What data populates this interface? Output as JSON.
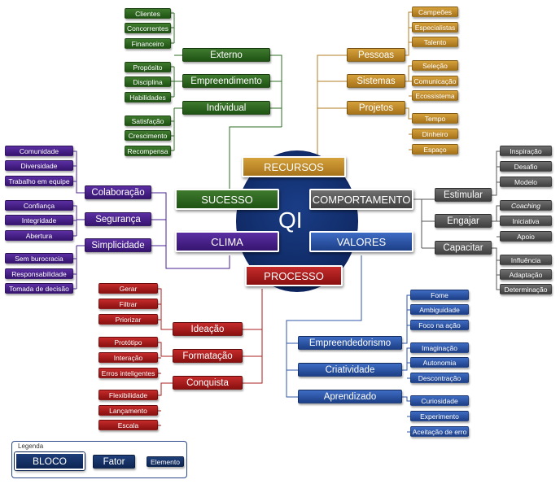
{
  "center": {
    "label": "QI"
  },
  "blocks": {
    "recursos": "RECURSOS",
    "sucesso": "SUCESSO",
    "comportamento": "COMPORTAMENTO",
    "clima": "CLIMA",
    "valores": "VALORES",
    "processo": "PROCESSO"
  },
  "sucesso": {
    "factors": [
      {
        "label": "Externo",
        "elements": [
          "Clientes",
          "Concorrentes",
          "Financeiro"
        ]
      },
      {
        "label": "Empreendimento",
        "elements": [
          "Propósito",
          "Disciplina",
          "Habilidades"
        ]
      },
      {
        "label": "Individual",
        "elements": [
          "Satisfação",
          "Crescimento",
          "Recompensa"
        ]
      }
    ]
  },
  "recursos": {
    "factors": [
      {
        "label": "Pessoas",
        "elements": [
          "Campeões",
          "Especialistas",
          "Talento"
        ]
      },
      {
        "label": "Sistemas",
        "elements": [
          "Seleção",
          "Comunicação",
          "Ecossistema"
        ]
      },
      {
        "label": "Projetos",
        "elements": [
          "Tempo",
          "Dinheiro",
          "Espaço"
        ]
      }
    ]
  },
  "clima": {
    "factors": [
      {
        "label": "Colaboração",
        "elements": [
          "Comunidade",
          "Diversidade",
          "Trabalho em equipe"
        ]
      },
      {
        "label": "Segurança",
        "elements": [
          "Confiança",
          "Integridade",
          "Abertura"
        ]
      },
      {
        "label": "Simplicidade",
        "elements": [
          "Sem burocracia",
          "Responsabilidade",
          "Tomada de decisão"
        ]
      }
    ]
  },
  "comportamento": {
    "factors": [
      {
        "label": "Estimular",
        "elements": [
          "Inspiração",
          "Desafio",
          "Modelo"
        ]
      },
      {
        "label": "Engajar",
        "elements": [
          "Coaching",
          "Iniciativa",
          "Apoio"
        ]
      },
      {
        "label": "Capacitar",
        "elements": [
          "Influência",
          "Adaptação",
          "Determinação"
        ]
      }
    ]
  },
  "processo": {
    "factors": [
      {
        "label": "Ideação",
        "elements": [
          "Gerar",
          "Filtrar",
          "Priorizar"
        ]
      },
      {
        "label": "Formatação",
        "elements": [
          "Protótipo",
          "Interação",
          "Erros inteligentes"
        ]
      },
      {
        "label": "Conquista",
        "elements": [
          "Flexibilidade",
          "Lançamento",
          "Escala"
        ]
      }
    ]
  },
  "valores": {
    "factors": [
      {
        "label": "Empreendedorismo",
        "elements": [
          "Fome",
          "Ambiguidade",
          "Foco na ação"
        ]
      },
      {
        "label": "Criatividade",
        "elements": [
          "Imaginação",
          "Autonomia",
          "Descontração"
        ]
      },
      {
        "label": "Aprendizado",
        "elements": [
          "Curiosidade",
          "Experimento",
          "Aceitação de erro"
        ]
      }
    ]
  },
  "legend": {
    "title": "Legenda",
    "bloco": "BLOCO",
    "fator": "Fator",
    "elemento": "Elemento"
  },
  "colors": {
    "sucesso": "#2e6b23",
    "recursos": "#c08a2a",
    "clima": "#4a2290",
    "comportamento": "#5a5a5a",
    "processo": "#a81c1c",
    "valores": "#2c56a8",
    "center": "#0f2a66"
  }
}
